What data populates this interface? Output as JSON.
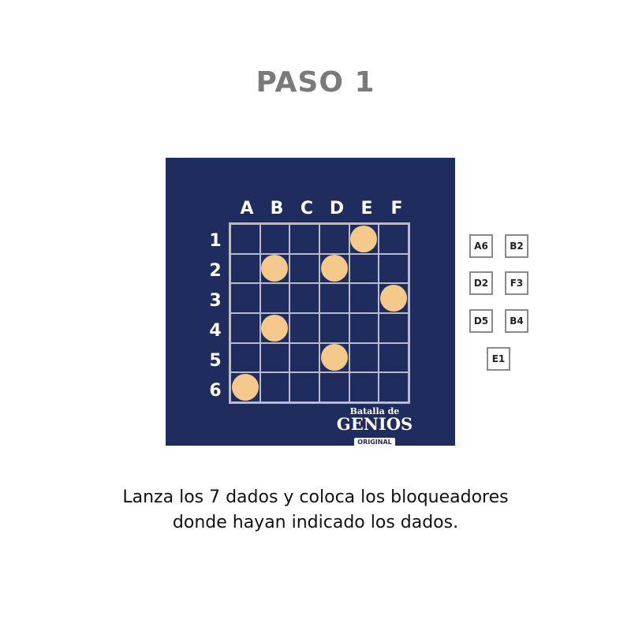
{
  "title": "PASO 1",
  "board": {
    "columns": [
      "A",
      "B",
      "C",
      "D",
      "E",
      "F"
    ],
    "rows": [
      "1",
      "2",
      "3",
      "4",
      "5",
      "6"
    ],
    "blockers": [
      "E1",
      "B2",
      "D2",
      "F3",
      "B4",
      "D5",
      "A6"
    ],
    "colors": {
      "board": "#1e2d5d",
      "blocker": "#f5c98a",
      "grid": "#b8bcc8"
    }
  },
  "logo": {
    "top": "Batalla de",
    "main": "GENIOS",
    "badge": "ORIGINAL"
  },
  "dice": [
    "A6",
    "B2",
    "D2",
    "F3",
    "D5",
    "B4",
    "E1"
  ],
  "instruction": {
    "line1": "Lanza los 7 dados y coloca los bloqueadores",
    "line2": "donde hayan indicado los dados."
  }
}
